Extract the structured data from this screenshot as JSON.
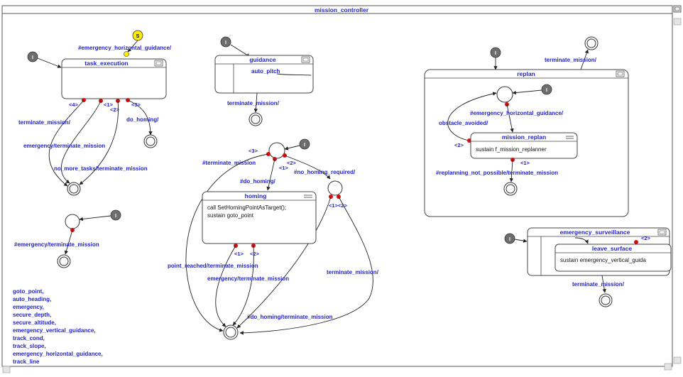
{
  "window": {
    "title": "mission_controller"
  },
  "icons": {
    "corner": "window-icon",
    "scroll_up": "scroll-up-icon",
    "scroll_down": "scroll-down-icon",
    "scroll_left": "scroll-left-icon",
    "scroll_right": "scroll-right-icon"
  },
  "markers": {
    "initial": "I",
    "start": "S"
  },
  "colors": {
    "label": "#1f1fd0",
    "transition_dot": "#d01010",
    "start_marker": "#ffee00",
    "initial_marker": "#6e6e6e"
  },
  "states": {
    "task_execution": {
      "title": "task_execution"
    },
    "guidance": {
      "title": "guidance",
      "inner": "auto_pitch"
    },
    "homing": {
      "title": "homing",
      "body1": "call SetHomingPointAsTarget();",
      "body2": "sustain goto_point"
    },
    "replan": {
      "title": "replan"
    },
    "mission_replan": {
      "title": "mission_replan",
      "body": "sustain f_mission_replanner"
    },
    "emergency_surveillance": {
      "title": "emergency_surveillance"
    },
    "leave_surface": {
      "title": "leave_surface",
      "body": "sustain emergency_vertical_guida"
    }
  },
  "transitions": {
    "top_emergency_hg": "#emergency_horizontal_guidance/",
    "te_terminate": "terminate_mission/",
    "te_emergency": "emergency/terminate_mission",
    "te_no_more": "no_more_tasks/terminate_mission",
    "te_do_homing": "do_homing/",
    "guid_terminate": "terminate_mission/",
    "replan_terminate": "terminate_mission/",
    "replan_emergency_hg": "#emergency_horizontal_guidance/",
    "obstacle": "obstacle_avoided/",
    "replanning": "#replanning_not_possible/terminate_mission",
    "emergency_left": "#emergency/terminate_mission",
    "hom_terminate_hash": "#terminate_mission",
    "hom_do_homing": "#do_homing/",
    "hom_no_homing": "#no_homing_required/",
    "point_reached": "point_reached/terminate_mission",
    "hom_emergency": "emergency/terminate_mission",
    "hom_terminate": "terminate_mission/",
    "do_homing_terminate": "#do_homing/terminate_mission",
    "es_terminate": "terminate_mission/"
  },
  "priorities": {
    "te_4": "<4>",
    "te_1": "<1>",
    "te_2": "<2>",
    "te_3": "<3>",
    "rp_2": "<2>",
    "rp_1": "<1>",
    "hm_3": "<3>",
    "hm_1": "<1>",
    "hm_2": "<2>",
    "hm_12": "<1><2>",
    "hb_1": "<1>",
    "hb_2": "<2>",
    "es_2": "<2>"
  },
  "events": [
    "goto_point,",
    "auto_heading,",
    "emergency,",
    "secure_depth,",
    "secure_altitude,",
    "emergency_vertical_guidance,",
    "track_cond,",
    "track_slope,",
    "emergency_horizontal_guidance,",
    "track_line"
  ]
}
